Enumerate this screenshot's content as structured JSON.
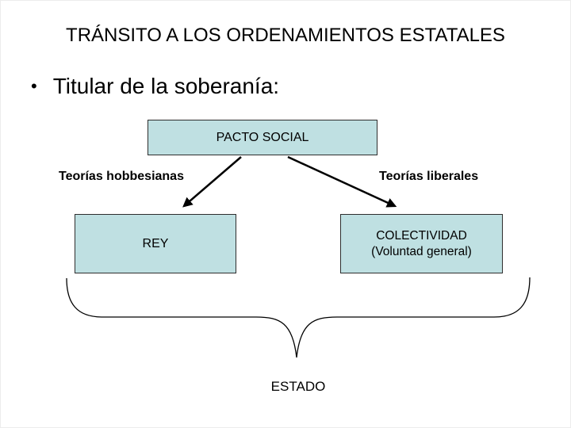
{
  "slide": {
    "title": "TRÁNSITO A LOS ORDENAMIENTOS ESTATALES",
    "bullet_glyph": "•",
    "bullet_text": "Titular de la soberanía:",
    "diagram": {
      "pacto_box_label": "PACTO SOCIAL",
      "left_branch_label": "Teorías hobbesianas",
      "right_branch_label": "Teorías liberales",
      "rey_box_label": "REY",
      "colectividad_box_line1": "COLECTIVIDAD",
      "colectividad_box_line2": "(Voluntad general)",
      "estado_label": "ESTADO"
    },
    "colors": {
      "background": "#ffffff",
      "box_fill": "#bfe0e2",
      "box_border": "#2e2e2e",
      "text": "#000000",
      "connector": "#000000"
    }
  }
}
